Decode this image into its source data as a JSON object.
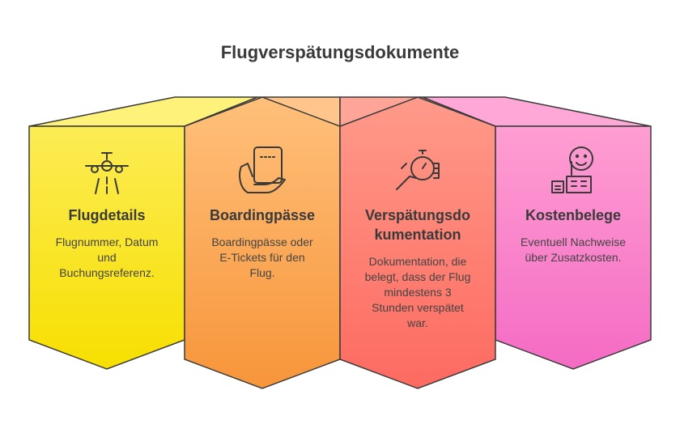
{
  "title": "Flugverspätungsdokumente",
  "cards": [
    {
      "heading": "Flugdetails",
      "icon": "airplane-icon",
      "body_lines": [
        "Flugnummer, Datum",
        "und",
        "Buchungsreferenz."
      ],
      "colors": {
        "top": "#fcec55",
        "bottom": "#f7df00",
        "roof": "#fff27a"
      }
    },
    {
      "heading": "Boardingpässe",
      "icon": "ticket-hand-icon",
      "body_lines": [
        "Boardingpässe oder",
        "E-Tickets für den",
        "Flug."
      ],
      "colors": {
        "top": "#ffc07a",
        "bottom": "#f7953a",
        "roof": "#ffc58a"
      }
    },
    {
      "heading_lines": [
        "Verspätungsdo",
        "kumentation"
      ],
      "icon": "stopwatch-hand-icon",
      "body_lines": [
        "Dokumentation, die",
        "belegt, dass der Flug",
        "mindestens 3",
        "Stunden verspätet",
        "war."
      ],
      "colors": {
        "top": "#ff9a8a",
        "bottom": "#fd6a60",
        "roof": "#ffa598"
      }
    },
    {
      "heading": "Kostenbelege",
      "icon": "smiley-receipt-icon",
      "body_lines": [
        "Eventuell Nachweise",
        "über Zusatzkosten."
      ],
      "colors": {
        "top": "#ff9ed2",
        "bottom": "#f46bc4",
        "roof": "#ffa8d8"
      }
    }
  ]
}
